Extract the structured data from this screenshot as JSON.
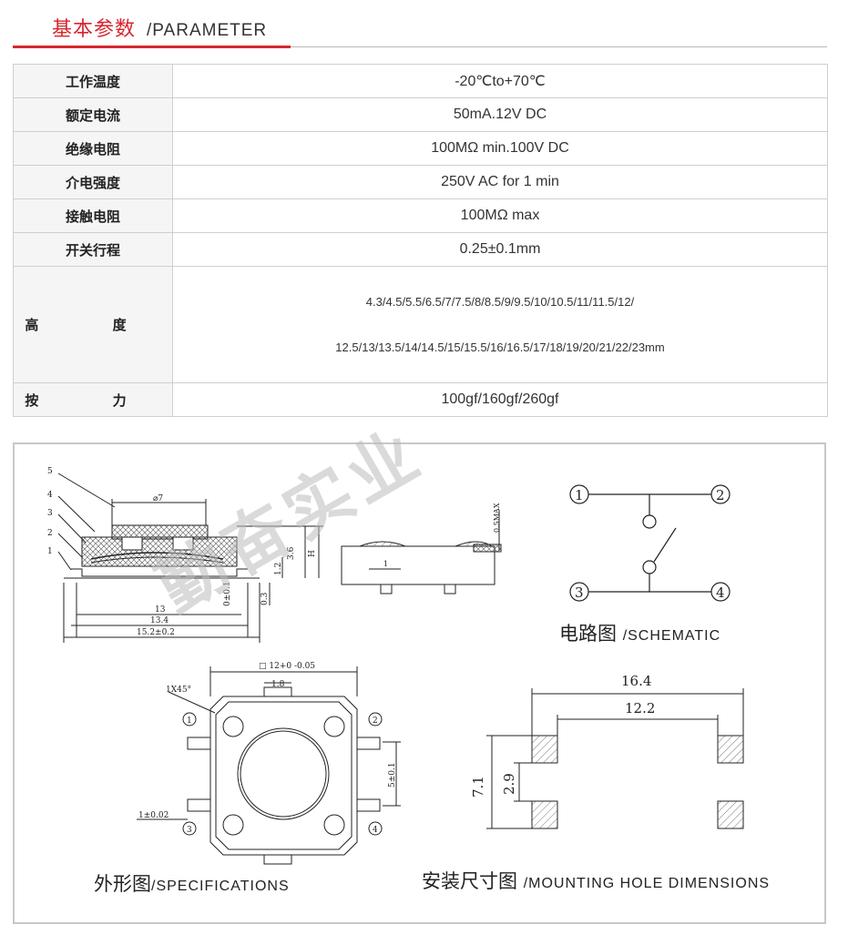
{
  "header": {
    "title_cn": "基本参数",
    "title_en": "/PARAMETER"
  },
  "params": [
    {
      "key": "工作温度",
      "value": "-20℃to+70℃"
    },
    {
      "key": "额定电流",
      "value": "50mA.12V DC"
    },
    {
      "key": "绝缘电阻",
      "value": "100MΩ min.100V DC"
    },
    {
      "key": "介电强度",
      "value": "250V AC for 1 min"
    },
    {
      "key": "接触电阻",
      "value": "100MΩ  max"
    },
    {
      "key": "开关行程",
      "value": "0.25±0.1mm"
    }
  ],
  "height_row": {
    "key": "高 度",
    "line1": "4.3/4.5/5.5/6.5/7/7.5/8/8.5/9/9.5/10/10.5/11/11.5/12/",
    "line2": "12.5/13/13.5/14/14.5/15/15.5/16/16.5/17/18/19/20/21/22/23mm"
  },
  "force_row": {
    "key": "按 力",
    "value": "100gf/160gf/260gf"
  },
  "drawings": {
    "schematic_label_cn": "电路图",
    "schematic_label_en": "/SCHEMATIC",
    "spec_label_cn": "外形图",
    "spec_label_en": "/SPECIFICATIONS",
    "mount_label_cn": "安装尺寸图",
    "mount_label_en": "/MOUNTING HOLE DIMENSIONS",
    "watermark": "勤奋实业",
    "side_view": {
      "dia": "⌀7",
      "d13": "13",
      "d134": "13.4",
      "d152": "15.2±0.2",
      "h36": "3.6",
      "hH": "H",
      "h12": "1.2",
      "h03": "0.3",
      "tol": "0±0.1",
      "parts": [
        "5",
        "4",
        "3",
        "2",
        "1"
      ]
    },
    "end_view": {
      "d05": "0.5MAX",
      "d1": "1"
    },
    "schematic": {
      "pins": [
        "1",
        "2",
        "3",
        "4"
      ]
    },
    "top_view": {
      "d12": "□ 12+0 -0.05",
      "d18": "1.8",
      "chamfer": "1X45°",
      "d5": "5±0.1",
      "d1": "1±0.02",
      "pins": [
        "1",
        "2",
        "3",
        "4"
      ]
    },
    "mount": {
      "d164": "16.4",
      "d122": "12.2",
      "d71": "7.1",
      "d29": "2.9"
    }
  }
}
